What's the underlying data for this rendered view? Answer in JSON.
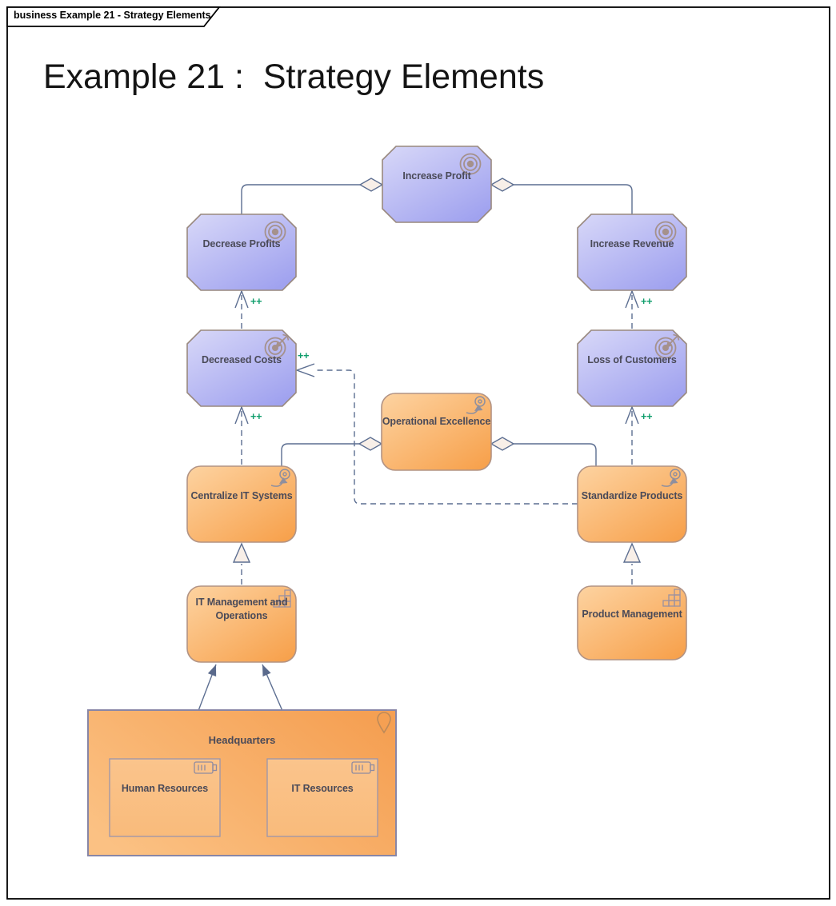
{
  "tab": {
    "label": "business Example 21 - Strategy Elements"
  },
  "title": "Example 21 :  Strategy Elements",
  "influence_label": "++",
  "nodes": {
    "increase_profit": {
      "label": "Increase Profit",
      "type": "goal"
    },
    "decrease_profits": {
      "label": "Decrease Profits",
      "type": "goal"
    },
    "increase_revenue": {
      "label": "Increase Revenue",
      "type": "goal"
    },
    "decreased_costs": {
      "label": "Decreased Costs",
      "type": "outcome"
    },
    "loss_of_customers": {
      "label": "Loss of Customers",
      "type": "outcome"
    },
    "operational_excellence": {
      "label": "Operational Excellence",
      "type": "course-of-action"
    },
    "centralize_it_systems": {
      "label": "Centralize IT Systems",
      "type": "course-of-action"
    },
    "standardize_products": {
      "label": "Standardize Products",
      "type": "course-of-action"
    },
    "it_management_and_operations": {
      "label": "IT Management and Operations",
      "type": "capability"
    },
    "product_management": {
      "label": "Product Management",
      "type": "capability"
    },
    "headquarters": {
      "label": "Headquarters",
      "type": "location"
    },
    "human_resources": {
      "label": "Human Resources",
      "type": "resource",
      "parent": "headquarters"
    },
    "it_resources": {
      "label": "IT Resources",
      "type": "resource",
      "parent": "headquarters"
    }
  },
  "relationships": [
    {
      "source": "Decrease Profits",
      "target": "Increase Profit",
      "type": "aggregation"
    },
    {
      "source": "Increase Revenue",
      "target": "Increase Profit",
      "type": "aggregation"
    },
    {
      "source": "Decreased Costs",
      "target": "Decrease Profits",
      "type": "influence",
      "label": "++"
    },
    {
      "source": "Loss of Customers",
      "target": "Increase Revenue",
      "type": "influence",
      "label": "++"
    },
    {
      "source": "Centralize IT Systems",
      "target": "Decreased Costs",
      "type": "influence",
      "label": "++"
    },
    {
      "source": "Standardize Products",
      "target": "Loss of Customers",
      "type": "influence",
      "label": "++"
    },
    {
      "source": "Standardize Products",
      "target": "Decreased Costs",
      "type": "influence",
      "label": "++"
    },
    {
      "source": "Centralize IT Systems",
      "target": "Operational Excellence",
      "type": "aggregation"
    },
    {
      "source": "Standardize Products",
      "target": "Operational Excellence",
      "type": "aggregation"
    },
    {
      "source": "IT Management and Operations",
      "target": "Centralize IT Systems",
      "type": "realization"
    },
    {
      "source": "Product Management",
      "target": "Standardize Products",
      "type": "realization"
    },
    {
      "source": "Human Resources",
      "target": "IT Management and Operations",
      "type": "assignment"
    },
    {
      "source": "IT Resources",
      "target": "IT Management and Operations",
      "type": "assignment"
    }
  ],
  "colors": {
    "goal_fill_light": "#D8D8F8",
    "goal_fill_dark": "#A0A2EF",
    "goal_border": "#99897F",
    "action_fill_light": "#FDD3A1",
    "action_fill_dark": "#F7A14C",
    "action_border": "#B29384",
    "location_border": "#8886A6",
    "connector": "#5C6E91",
    "diamond_fill": "#F8EFE8",
    "influence_label_color": "#0E9D6B",
    "node_text": "#4A4A58",
    "icon_goal": "#A5918C",
    "icon_action": "#8F8F9E",
    "icon_location": "#BE8A58"
  }
}
